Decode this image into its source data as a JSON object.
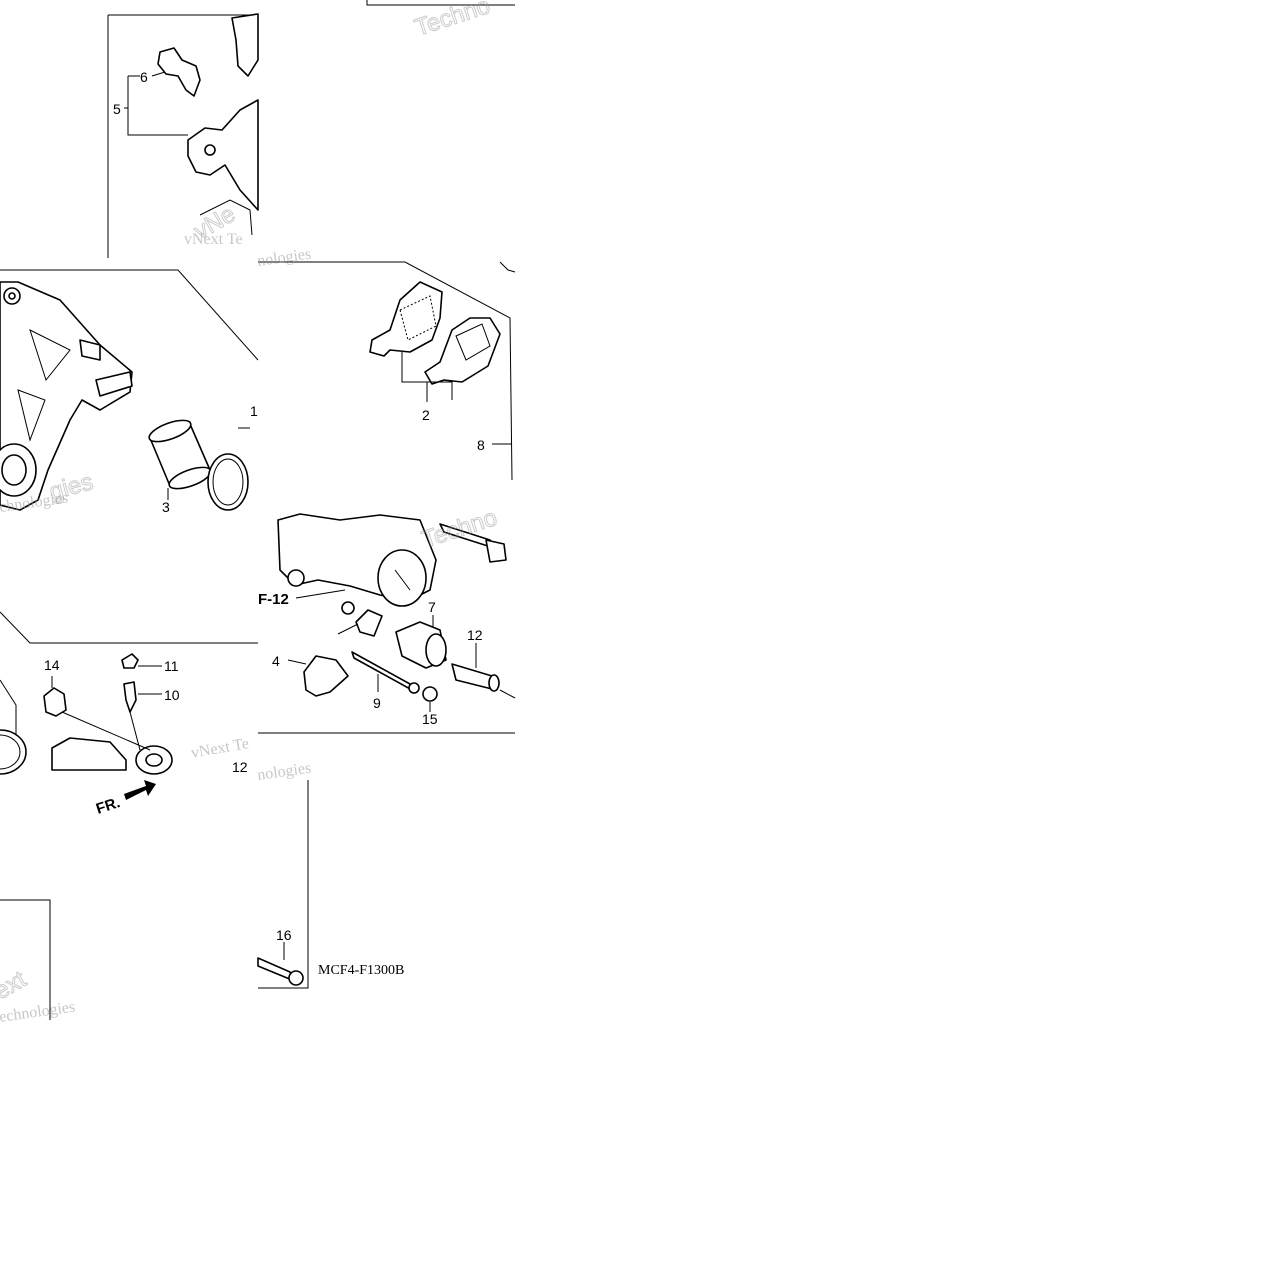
{
  "diagram": {
    "part_code": "MCF4-F1300B",
    "front_marker": "FR.",
    "reference": "F-12",
    "callouts": [
      {
        "id": "1",
        "label": "1"
      },
      {
        "id": "2",
        "label": "2"
      },
      {
        "id": "3",
        "label": "3"
      },
      {
        "id": "4",
        "label": "4"
      },
      {
        "id": "5",
        "label": "5"
      },
      {
        "id": "6",
        "label": "6"
      },
      {
        "id": "7",
        "label": "7"
      },
      {
        "id": "8",
        "label": "8"
      },
      {
        "id": "9",
        "label": "9"
      },
      {
        "id": "10",
        "label": "10"
      },
      {
        "id": "11",
        "label": "11"
      },
      {
        "id": "12a",
        "label": "12"
      },
      {
        "id": "12b",
        "label": "12"
      },
      {
        "id": "14",
        "label": "14"
      },
      {
        "id": "15",
        "label": "15"
      },
      {
        "id": "16",
        "label": "16"
      }
    ],
    "watermarks": [
      "Techno",
      "vNext Te",
      "nologies",
      "vNext Te",
      "nologies",
      "Techno",
      "chnologies",
      "echnologies",
      "vNe",
      "ext",
      "gies"
    ]
  }
}
